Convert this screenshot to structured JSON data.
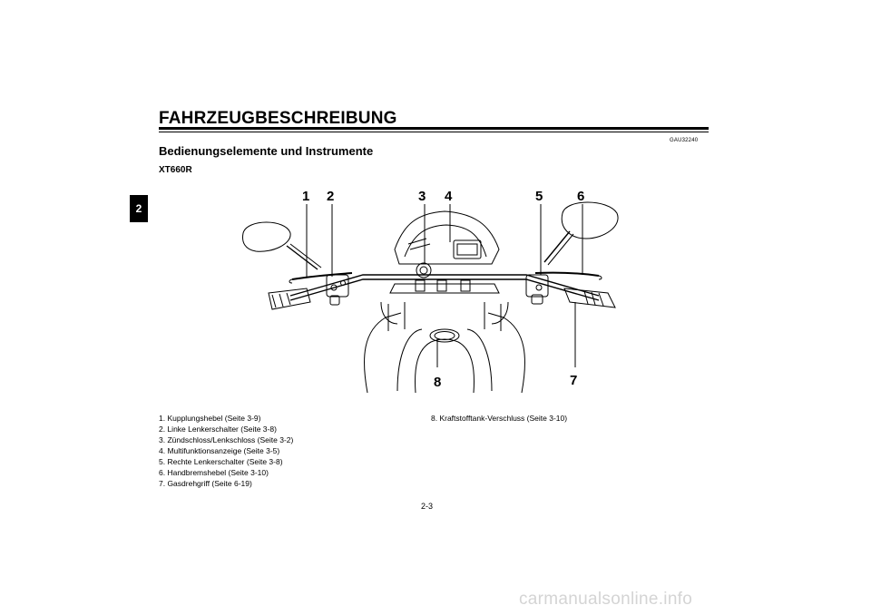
{
  "header": {
    "title": "FAHRZEUGBESCHREIBUNG"
  },
  "chapter_tab": "2",
  "section": {
    "title": "Bedienungselemente und Instrumente",
    "code": "GAU32240"
  },
  "model": "XT660R",
  "figure": {
    "callouts": [
      "1",
      "2",
      "3",
      "4",
      "5",
      "6",
      "7",
      "8"
    ]
  },
  "legend": {
    "left": [
      "1.  Kupplungshebel (Seite 3-9)",
      "2.  Linke Lenkerschalter (Seite 3-8)",
      "3.  Zündschloss/Lenkschloss (Seite 3-2)",
      "4.  Multifunktionsanzeige (Seite 3-5)",
      "5.  Rechte Lenkerschalter (Seite 3-8)",
      "6.  Handbremshebel (Seite 3-10)",
      "7.  Gasdrehgriff (Seite 6-19)"
    ],
    "right": [
      "8.  Kraftstofftank-Verschluss (Seite 3-10)"
    ]
  },
  "page_number": "2-3",
  "watermark": "carmanualsonline.info"
}
